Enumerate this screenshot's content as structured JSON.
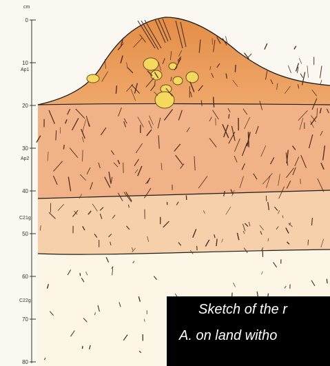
{
  "diagram": {
    "depth_axis": {
      "unit": "cm",
      "ticks": [
        "0",
        "10",
        "20",
        "30",
        "40",
        "50",
        "60",
        "70",
        "80"
      ]
    },
    "horizons": [
      "Ap1",
      "Ap2",
      "C21g",
      "C22g"
    ],
    "colors": {
      "ridge_top": "#e99a55",
      "ap1": "#eda466",
      "ap2": "#f0b589",
      "c21g": "#f5cfa9",
      "c22g": "#fbf6e6",
      "nodules": "#f4d75f",
      "roots": "#4a2a1c"
    }
  },
  "caption": {
    "line1": "Sketch of the r",
    "line2": "A. on land witho"
  }
}
